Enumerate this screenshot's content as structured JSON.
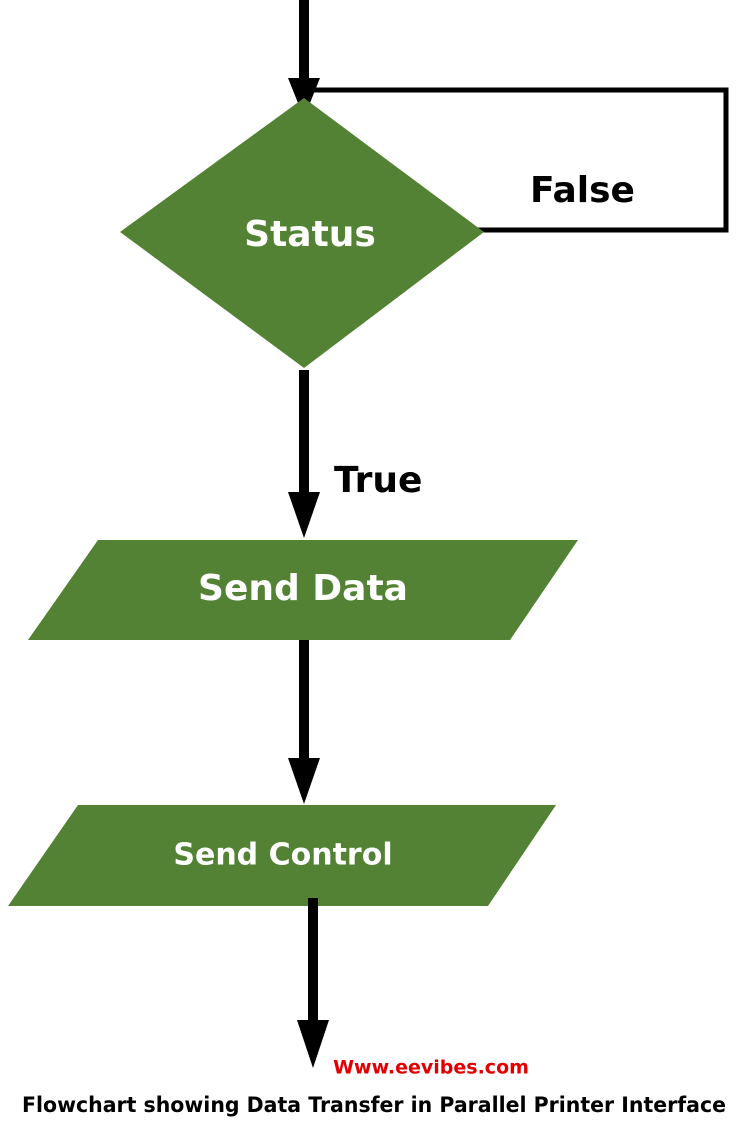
{
  "diagram": {
    "nodes": [
      {
        "id": "status",
        "shape": "diamond",
        "label": "Status"
      },
      {
        "id": "send-data",
        "shape": "parallelogram",
        "label": "Send Data"
      },
      {
        "id": "send-control",
        "shape": "parallelogram",
        "label": "Send Control"
      }
    ],
    "edges": [
      {
        "from": "entry",
        "to": "status",
        "label": ""
      },
      {
        "from": "status",
        "to": "status",
        "label": "False"
      },
      {
        "from": "status",
        "to": "send-data",
        "label": "True"
      },
      {
        "from": "send-data",
        "to": "send-control",
        "label": ""
      },
      {
        "from": "send-control",
        "to": "exit",
        "label": ""
      }
    ]
  },
  "watermark": "Www.eevibes.com",
  "caption": "Flowchart showing Data Transfer in Parallel Printer Interface",
  "colors": {
    "node_fill": "#548235",
    "node_text": "#ffffff",
    "line": "#000000",
    "watermark": "#e00000"
  }
}
